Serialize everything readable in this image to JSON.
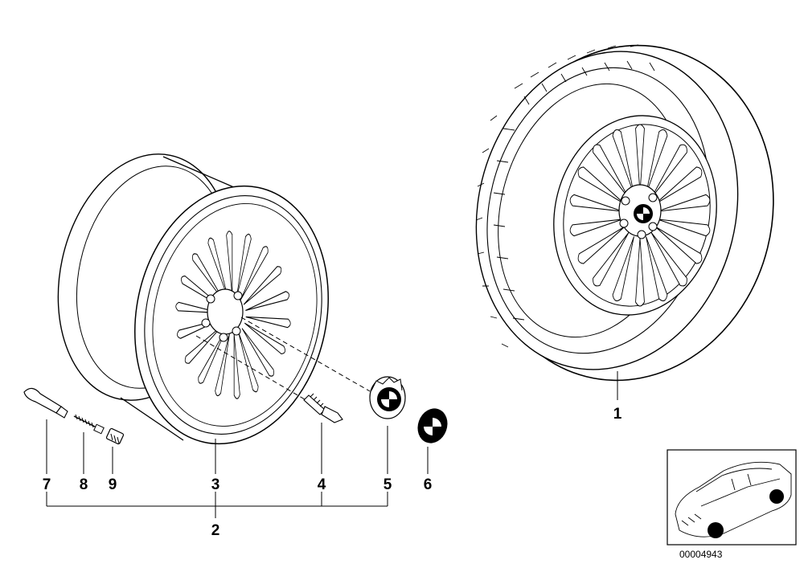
{
  "diagram": {
    "callouts": {
      "c1": "1",
      "c2": "2",
      "c3": "3",
      "c4": "4",
      "c5": "5",
      "c6": "6",
      "c7": "7",
      "c8": "8",
      "c9": "9"
    },
    "drawing_number": "00004943"
  }
}
